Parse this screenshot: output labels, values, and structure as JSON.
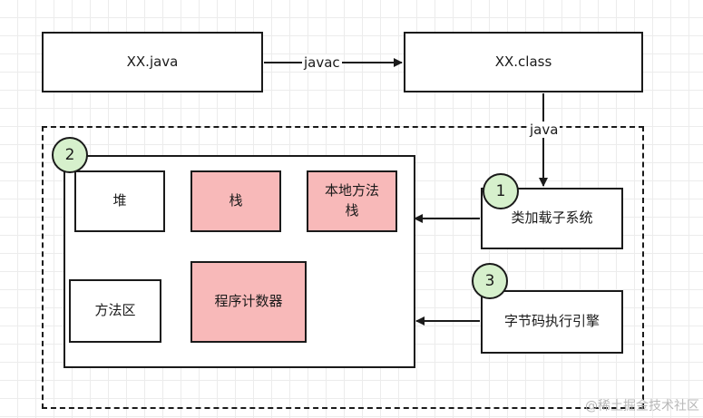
{
  "nodes": {
    "source": "XX.java",
    "bytecode": "XX.class",
    "heap": "堆",
    "stack": "栈",
    "native_stack_line1": "本地方法",
    "native_stack_line2": "栈",
    "method_area": "方法区",
    "pc_register": "程序计数器",
    "class_loader": "类加载子系统",
    "exec_engine": "字节码执行引擎"
  },
  "edges": {
    "compile": "javac",
    "run": "java"
  },
  "badges": {
    "runtime": "2",
    "loader": "1",
    "engine": "3"
  },
  "watermark": "@稀土掘金技术社区",
  "colors": {
    "badge_fill": "#d6f0cc",
    "highlight_fill": "#f8b9b9",
    "stroke": "#1a1a1a"
  }
}
